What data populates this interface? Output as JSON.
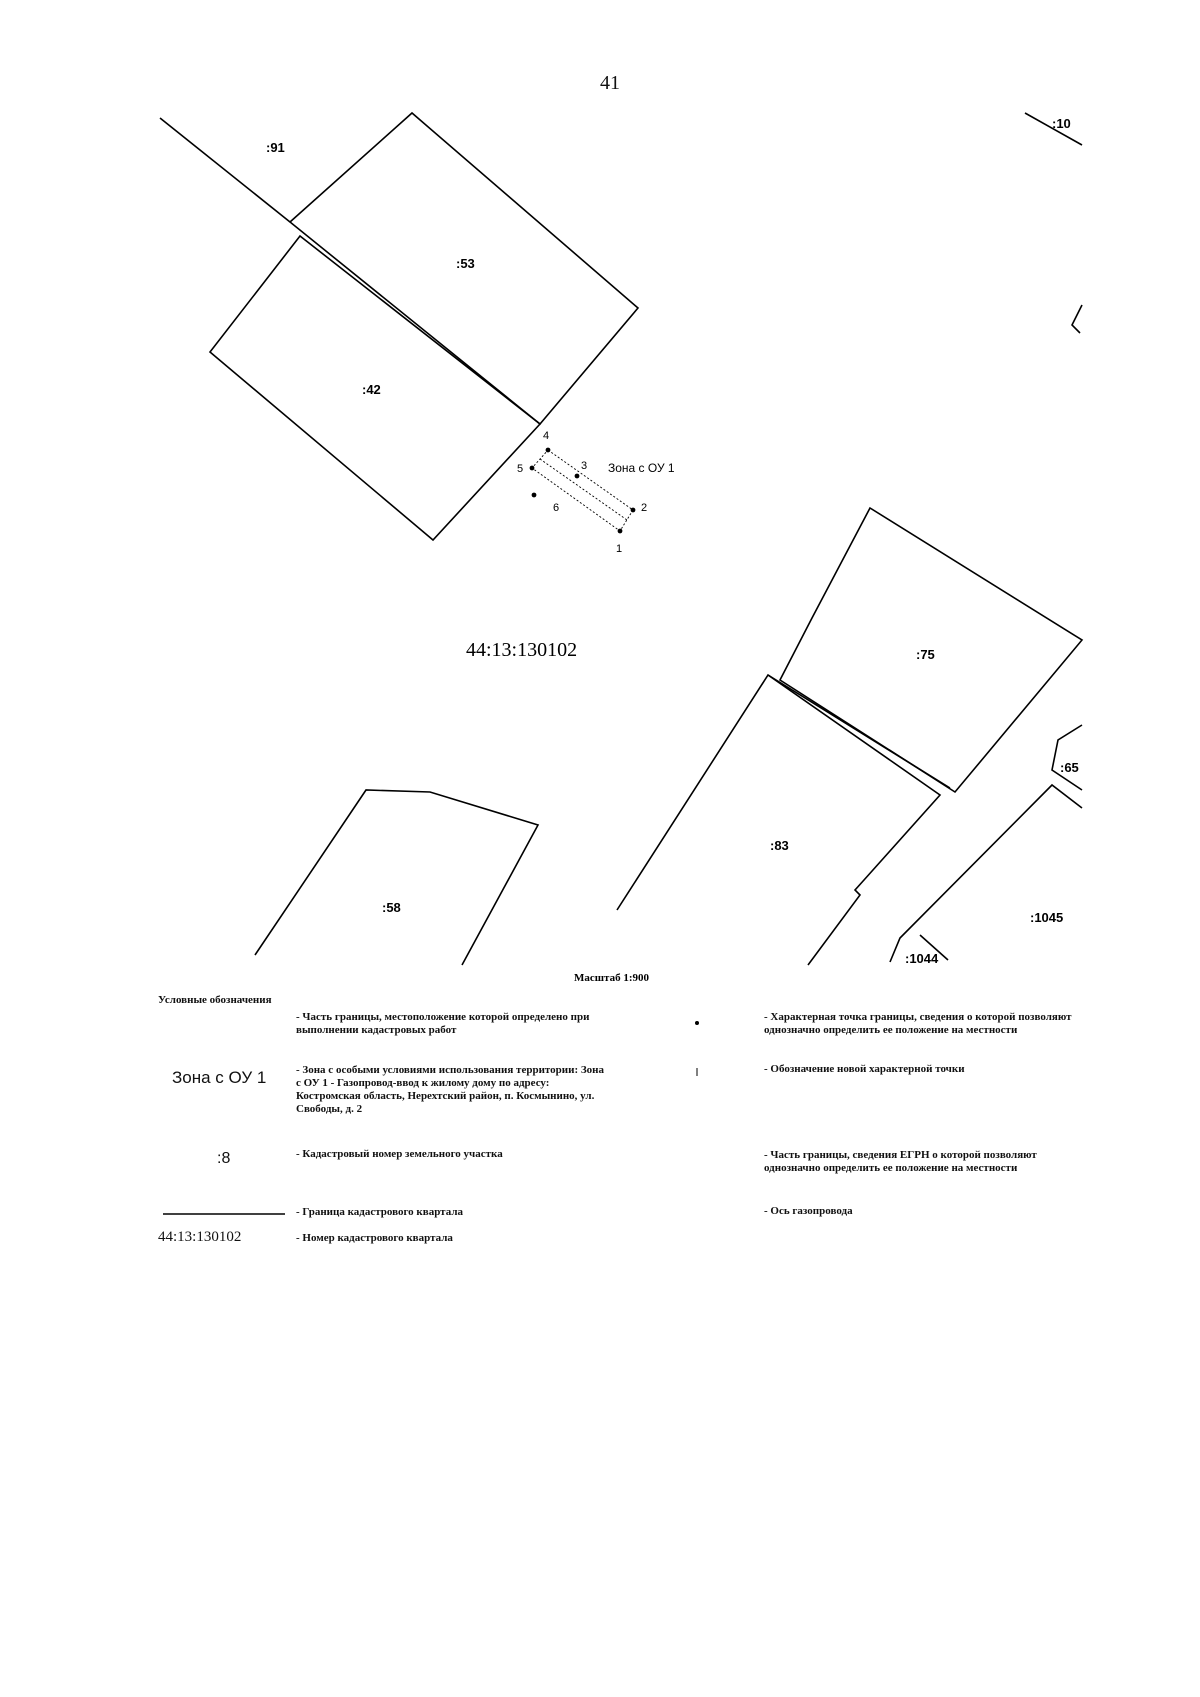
{
  "page_number": "41",
  "map": {
    "quarter_number": "44:13:130102",
    "zone_label": "Зона с ОУ 1",
    "scale": "Масштаб 1:900",
    "plots": {
      "p91": ":91",
      "p10": ":10",
      "p53": ":53",
      "p42": ":42",
      "p75": ":75",
      "p65": ":65",
      "p58": ":58",
      "p83": ":83",
      "p1045": ":1045",
      "p1044": ":1044"
    },
    "points": [
      "1",
      "2",
      "3",
      "4",
      "5",
      "6"
    ]
  },
  "legend": {
    "title": "Условные обозначения",
    "items": [
      {
        "symbol": "",
        "text": "- Часть границы, местоположение которой определено при выполнении кадастровых работ"
      },
      {
        "symbol": "Зона с ОУ 1",
        "text": "- Зона с особыми условиями использования территории: Зона с ОУ 1 - Газопровод-ввод к жилому дому по адресу: Костромская область, Нерехтский район, п. Космынино, ул. Свободы, д. 2"
      },
      {
        "symbol": ":8",
        "text": "- Кадастровый номер земельного участка"
      },
      {
        "symbol": "",
        "text": "- Граница кадастрового квартала"
      },
      {
        "symbol": "44:13:130102",
        "text": "- Номер кадастрового квартала"
      },
      {
        "symbol": "",
        "text": "- Характерная точка границы, сведения о которой позволяют однозначно определить ее положение на местности"
      },
      {
        "symbol": "1",
        "text": "- Обозначение новой характерной точки"
      },
      {
        "symbol": "",
        "text": "- Часть границы, сведения ЕГРН о которой позволяют однозначно определить ее положение на местности"
      },
      {
        "symbol": "",
        "text": "- Ось газопровода"
      }
    ]
  }
}
